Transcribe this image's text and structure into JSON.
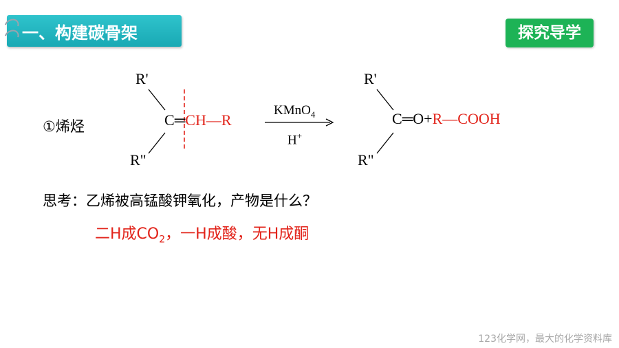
{
  "header": {
    "title": "一、构建碳骨架",
    "badge": "探究导学"
  },
  "reaction": {
    "label": "①烯烃",
    "reactant": {
      "r_top": "R'",
      "r_bottom": "R\"",
      "c": "C",
      "double_bond": "═",
      "ch_r": "CH—R"
    },
    "arrow": {
      "reagent_top": "KMnO",
      "reagent_top_sub": "4",
      "reagent_bottom": "H",
      "reagent_bottom_sup": "+"
    },
    "product": {
      "r_top": "R'",
      "r_bottom": "R\"",
      "c": "C",
      "double_bond": "═",
      "o": "O",
      "plus": "+",
      "acid": "R—COOH"
    }
  },
  "question": "思考：乙烯被高锰酸钾氧化，产物是什么？",
  "answer": {
    "part1": "二H成CO",
    "part1_sub": "2",
    "part2": "，一H成酸，无H成酮"
  },
  "footer": "123化学网，最大的化学资料库",
  "colors": {
    "banner": "#1fb0bb",
    "badge": "#1db356",
    "red": "#e2231a"
  }
}
